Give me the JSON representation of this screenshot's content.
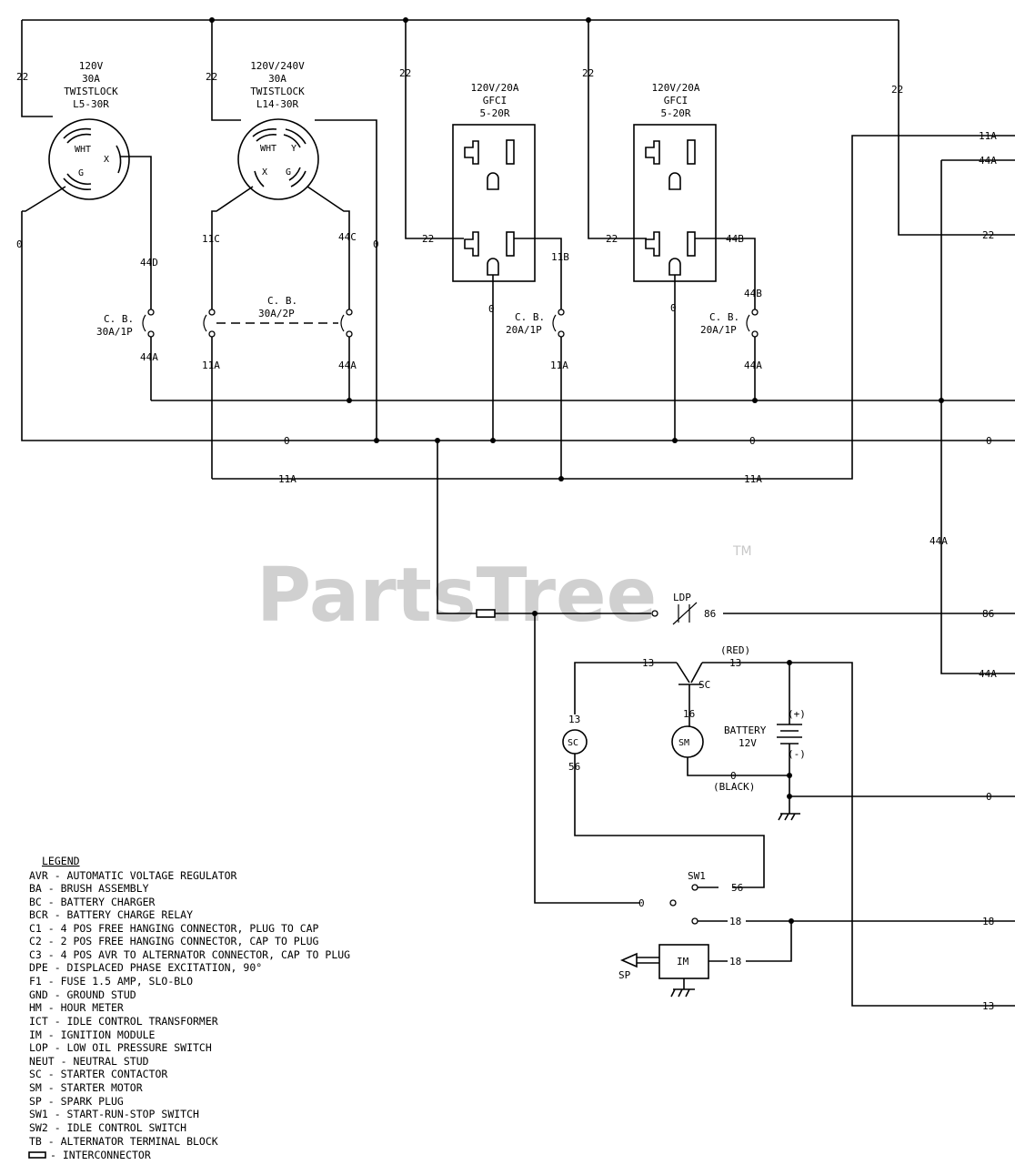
{
  "watermark": {
    "text": "PartsTree",
    "tm": "TM"
  },
  "outlets": {
    "l530": {
      "title": [
        "120V",
        "30A",
        "TWISTLOCK",
        "L5-30R"
      ],
      "pins": [
        "WHT",
        "X",
        "G"
      ]
    },
    "l1430": {
      "title": [
        "120V/240V",
        "30A",
        "TWISTLOCK",
        "L14-30R"
      ],
      "pins": [
        "WHT",
        "Y",
        "X",
        "G"
      ]
    },
    "gfci1": {
      "title": [
        "120V/20A",
        "GFCI",
        "5-20R"
      ]
    },
    "gfci2": {
      "title": [
        "120V/20A",
        "GFCI",
        "5-20R"
      ]
    }
  },
  "breakers": {
    "cb1": [
      "C. B.",
      "30A/1P"
    ],
    "cb2": [
      "C. B.",
      "30A/2P"
    ],
    "cb3": [
      "C. B.",
      "20A/1P"
    ],
    "cb4": [
      "C. B.",
      "20A/1P"
    ]
  },
  "wires": {
    "w22": "22",
    "w11A": "11A",
    "w44A": "44A",
    "w0": "0",
    "w44D": "44D",
    "w11C": "11C",
    "w44C": "44C",
    "w11B": "11B",
    "w44B": "44B",
    "w86": "86",
    "w13": "13",
    "w16": "16",
    "w56": "56",
    "w18": "18"
  },
  "components": {
    "ldp": "LDP",
    "sc": "SC",
    "sm": "SM",
    "red": "(RED)",
    "black": "(BLACK)",
    "battery": [
      "BATTERY",
      "12V"
    ],
    "plus": "(+)",
    "minus": "(-)",
    "sw1": "SW1",
    "im": "IM",
    "sp": "SP"
  },
  "legend": {
    "title": "LEGEND",
    "items": [
      "AVR - AUTOMATIC VOLTAGE REGULATOR",
      "BA - BRUSH ASSEMBLY",
      "BC - BATTERY CHARGER",
      "BCR - BATTERY CHARGE RELAY",
      "C1 - 4 POS FREE HANGING CONNECTOR, PLUG TO CAP",
      "C2 - 2 POS FREE HANGING CONNECTOR, CAP TO PLUG",
      "C3 - 4 POS AVR TO ALTERNATOR CONNECTOR, CAP TO PLUG",
      "DPE - DISPLACED PHASE EXCITATION, 90°",
      "F1 - FUSE 1.5 AMP, SLO-BLO",
      "GND - GROUND STUD",
      "HM - HOUR METER",
      "ICT - IDLE CONTROL TRANSFORMER",
      "IM - IGNITION MODULE",
      "LOP - LOW OIL PRESSURE SWITCH",
      "NEUT - NEUTRAL STUD",
      "SC - STARTER CONTACTOR",
      "SM - STARTER MOTOR",
      "SP - SPARK PLUG",
      "SW1 - START-RUN-STOP SWITCH",
      "SW2 - IDLE CONTROL SWITCH",
      "TB - ALTERNATOR TERMINAL BLOCK",
      "- INTERCONNECTOR"
    ]
  }
}
